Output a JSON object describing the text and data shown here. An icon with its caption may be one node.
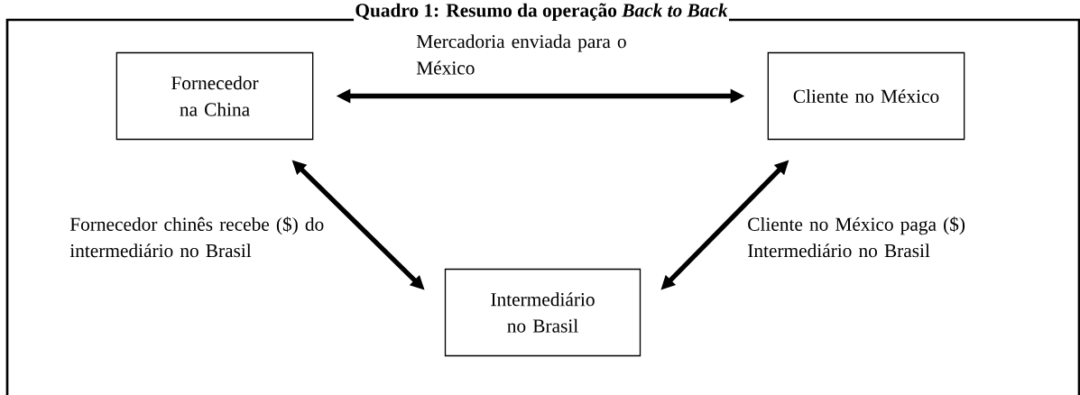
{
  "diagram": {
    "title": "Quadro 1: Resumo da operação *Back to Back*",
    "nodes": [
      {
        "text": [
          "Fornecedor na China"
        ]
      },
      {
        "text": [
          "Cliente no México"
        ]
      },
      {
        "text": [
          "Intermediário no Brasil"
        ]
      }
    ],
    "edges": [
      {
        "from": 0,
        "to": 1,
        "arrow": "both",
        "label": "Mercadoria enviada para o México"
      },
      {
        "from": 0,
        "to": 2,
        "arrow": "both",
        "label": "Fornecedor chinês recebe ($) do intermediário no Brasil"
      },
      {
        "from": 1,
        "to": 2,
        "arrow": "both",
        "label": "Cliente no México paga ($) Intermediário no Brasil"
      }
    ]
  }
}
